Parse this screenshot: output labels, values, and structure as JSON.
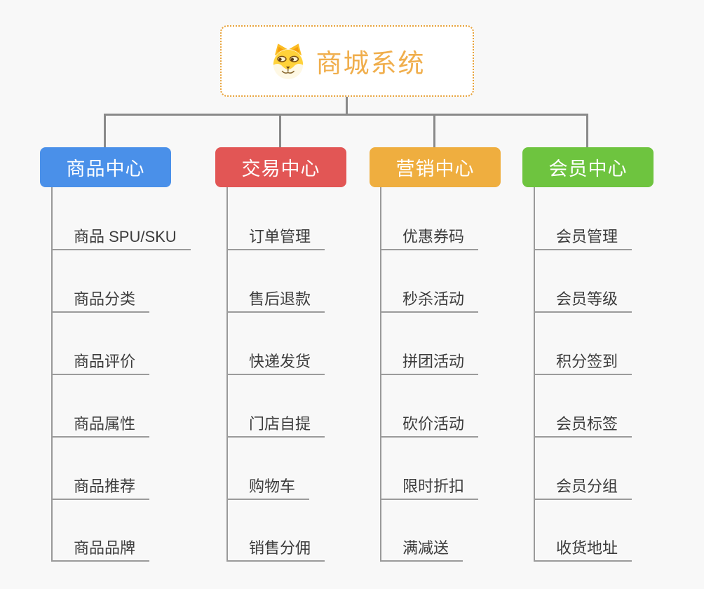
{
  "root": {
    "title": "商城系统",
    "icon": "dog-icon",
    "title_color": "#F0AE4C",
    "border_color": "#E8A33C"
  },
  "branches": [
    {
      "label": "商品中心",
      "color": "#4A90E9",
      "items": [
        "商品 SPU/SKU",
        "商品分类",
        "商品评价",
        "商品属性",
        "商品推荐",
        "商品品牌"
      ]
    },
    {
      "label": "交易中心",
      "color": "#E25655",
      "items": [
        "订单管理",
        "售后退款",
        "快递发货",
        "门店自提",
        "购物车",
        "销售分佣"
      ]
    },
    {
      "label": "营销中心",
      "color": "#EFAE3F",
      "items": [
        "优惠券码",
        "秒杀活动",
        "拼团活动",
        "砍价活动",
        "限时折扣",
        "满减送"
      ]
    },
    {
      "label": "会员中心",
      "color": "#6EC43F",
      "items": [
        "会员管理",
        "会员等级",
        "积分签到",
        "会员标签",
        "会员分组",
        "收货地址"
      ]
    }
  ],
  "connector_color": "#8A8A8A",
  "item_line_color": "#9B9B9B",
  "item_text_color": "#3C3C3C",
  "background_color": "#F8F8F8"
}
